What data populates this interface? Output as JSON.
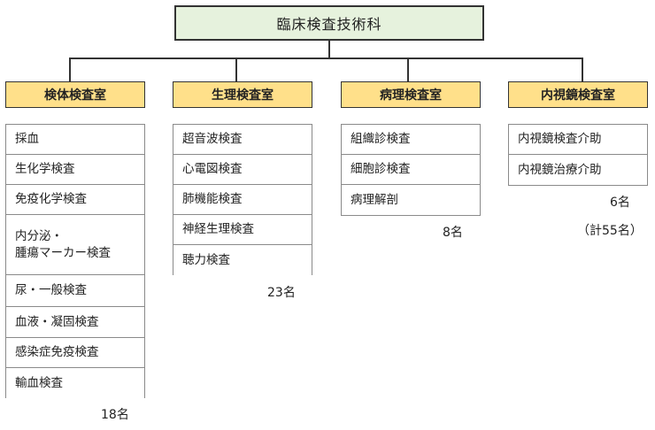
{
  "root": {
    "label": "臨床検査技術科"
  },
  "departments": [
    {
      "name": "検体検査室",
      "count": "18名",
      "items": [
        "採血",
        "生化学検査",
        "免疫化学検査",
        "内分泌・",
        "腫瘍マーカー検査",
        "尿・一般検査",
        "血液・凝固検査",
        "感染症免疫検査",
        "輸血検査"
      ]
    },
    {
      "name": "生理検査室",
      "count": "23名",
      "items": [
        "超音波検査",
        "心電図検査",
        "肺機能検査",
        "神経生理検査",
        "聴力検査"
      ]
    },
    {
      "name": "病理検査室",
      "count": "8名",
      "items": [
        "組織診検査",
        "細胞診検査",
        "病理解剖"
      ]
    },
    {
      "name": "内視鏡検査室",
      "count": "6名",
      "items": [
        "内視鏡検査介助",
        "内視鏡治療介助"
      ]
    }
  ],
  "total": "（計55名）"
}
